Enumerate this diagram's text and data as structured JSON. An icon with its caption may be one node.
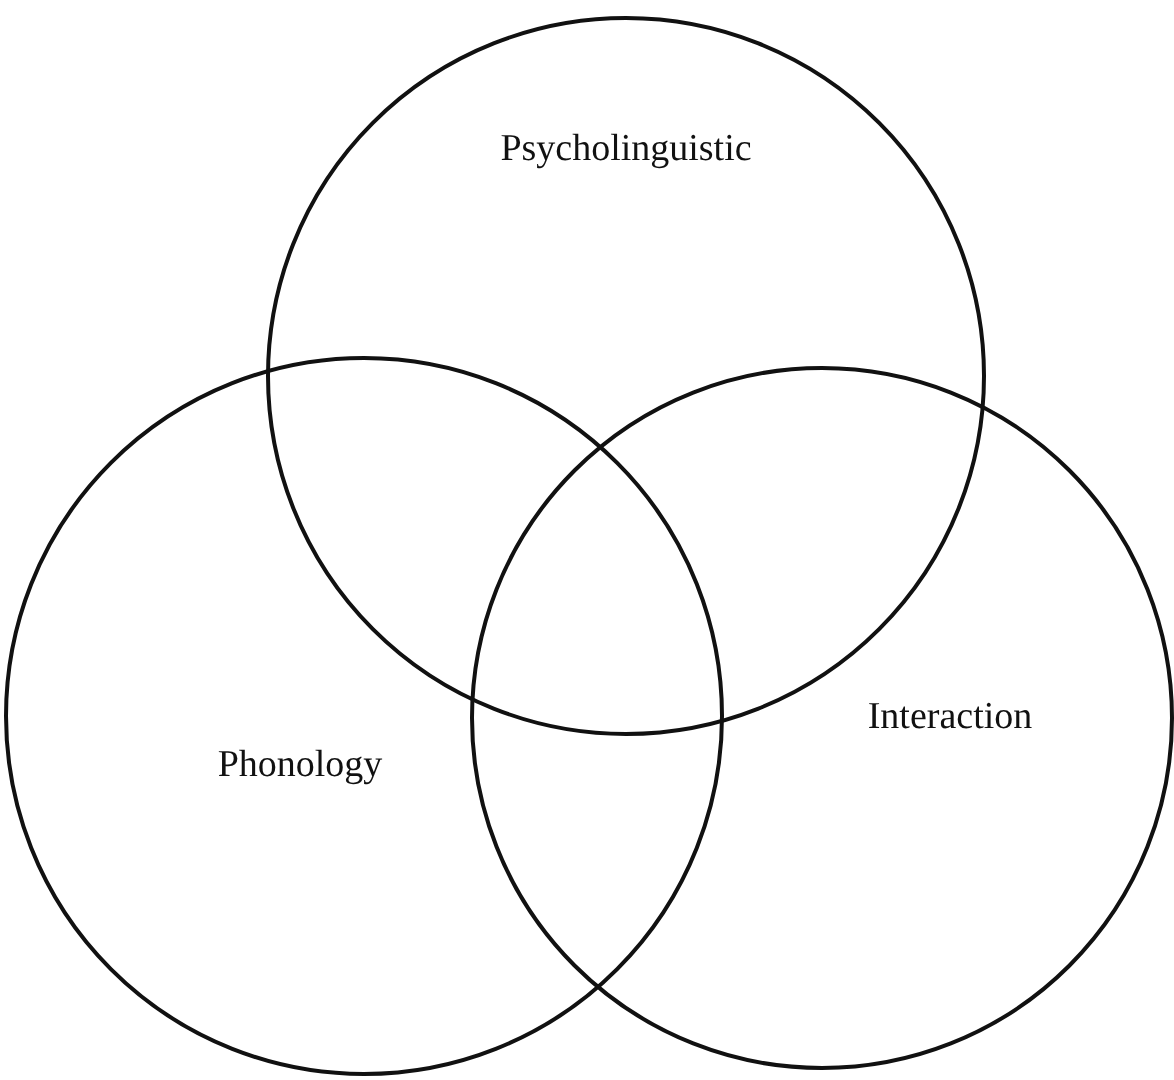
{
  "diagram": {
    "nodes": [
      {
        "text": [
          "Psycholinguistic"
        ]
      },
      {
        "text": [
          "Phonology"
        ]
      },
      {
        "text": [
          "Interaction"
        ]
      }
    ]
  }
}
